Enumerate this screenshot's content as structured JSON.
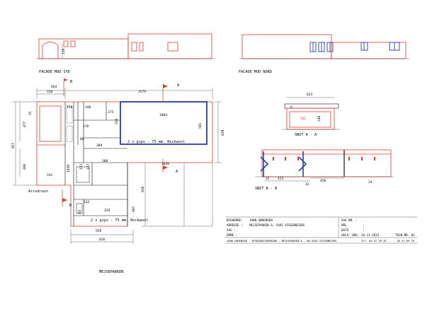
{
  "facades": {
    "south_label": "FACADE MOD SYD",
    "north_label": "FACADE MOD NORD",
    "south_height": "210"
  },
  "plan": {
    "street": "MEJSEPARKEN",
    "arcodrain": "Arcodrain",
    "wall_note_1": "2 x gips - 75 mm. Rockwool",
    "wall_note_2": "2 x gips - 75 mm. Rockwool",
    "marks": {
      "a": "A",
      "b": "B"
    },
    "dims": {
      "d464": "464",
      "d318": "318",
      "d1579": "1579",
      "d150": "150",
      "d240": "240",
      "d275": "275",
      "d1004": "1004",
      "d35": "35",
      "d477": "477",
      "d957": "957",
      "d480": "480",
      "d170": "170",
      "d330": "330",
      "d581": "581",
      "d629": "629",
      "d80": "80",
      "d309": "309",
      "d1020": "1020",
      "d1459": "1459",
      "d121": "121",
      "d127": "127",
      "d388": "388",
      "d241": "241",
      "d918": "918",
      "d407": "407",
      "d132": "132",
      "d85": "85",
      "d329": "329",
      "d559": "559",
      "d626": "626"
    }
  },
  "section_a": {
    "label": "SNIT A - A",
    "width": "623",
    "inner": "561",
    "height": "240",
    "left": "6"
  },
  "section_b": {
    "label": "SNIT B - B",
    "d32a": "32",
    "d413": "413",
    "d32b": "32",
    "d456": "456",
    "d24": "24"
  },
  "title_block": {
    "bygherre_label": "BYGHERRE:",
    "bygherre_value": "JOHN SØRENSEN",
    "adresse_label": "ADRESSE :",
    "adresse_value": "MEJSEPARKEN 6, 5492 VISSENBJERG",
    "sag_label": "SAG :",
    "emne_label": "EMNE :",
    "sagnr_label": "SAG NR. :",
    "mal_label": "MÅL",
    "mal_value": ":",
    "dato_label": "DATO",
    "dato_value": ":",
    "geld_label": "GELD. UDG:",
    "geld_value": "26-11-2012",
    "tegnnr_label": "TEGN.NR. 01",
    "footer": "JOHN SØRENSEN - BYGNINGSINGENIØR - MEJSEPARKEN 6 - DK-5492 VISSENBJERG",
    "phone1": "TLF. 64 47 18 45",
    "phone2": "- 26 51 69 76"
  }
}
